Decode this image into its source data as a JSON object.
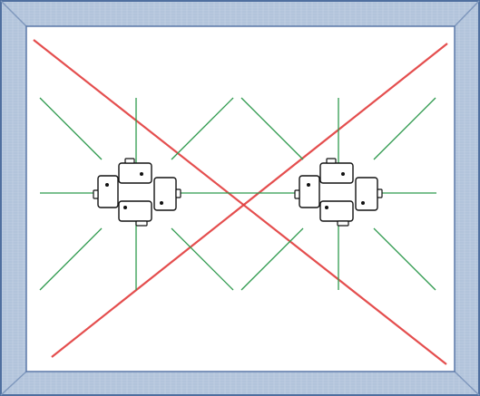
{
  "colors": {
    "frame_fill": "#b8c8de",
    "frame_edge": "#4f6f9f",
    "frame_bevel": "#8ea5c6",
    "interior": "#ffffff",
    "diagonal_red": "#e23b3b",
    "ray_green": "#2f9a4e",
    "device_stroke": "#111111",
    "device_fill": "#ffffff"
  },
  "elements": {
    "frame": "textured-blue-frame",
    "large_cross": "red-diagonal-cross",
    "clusters": [
      {
        "id": "left",
        "icon": "device-cluster-icon",
        "ray_count": 8
      },
      {
        "id": "right",
        "icon": "device-cluster-icon",
        "ray_count": 8
      }
    ]
  }
}
